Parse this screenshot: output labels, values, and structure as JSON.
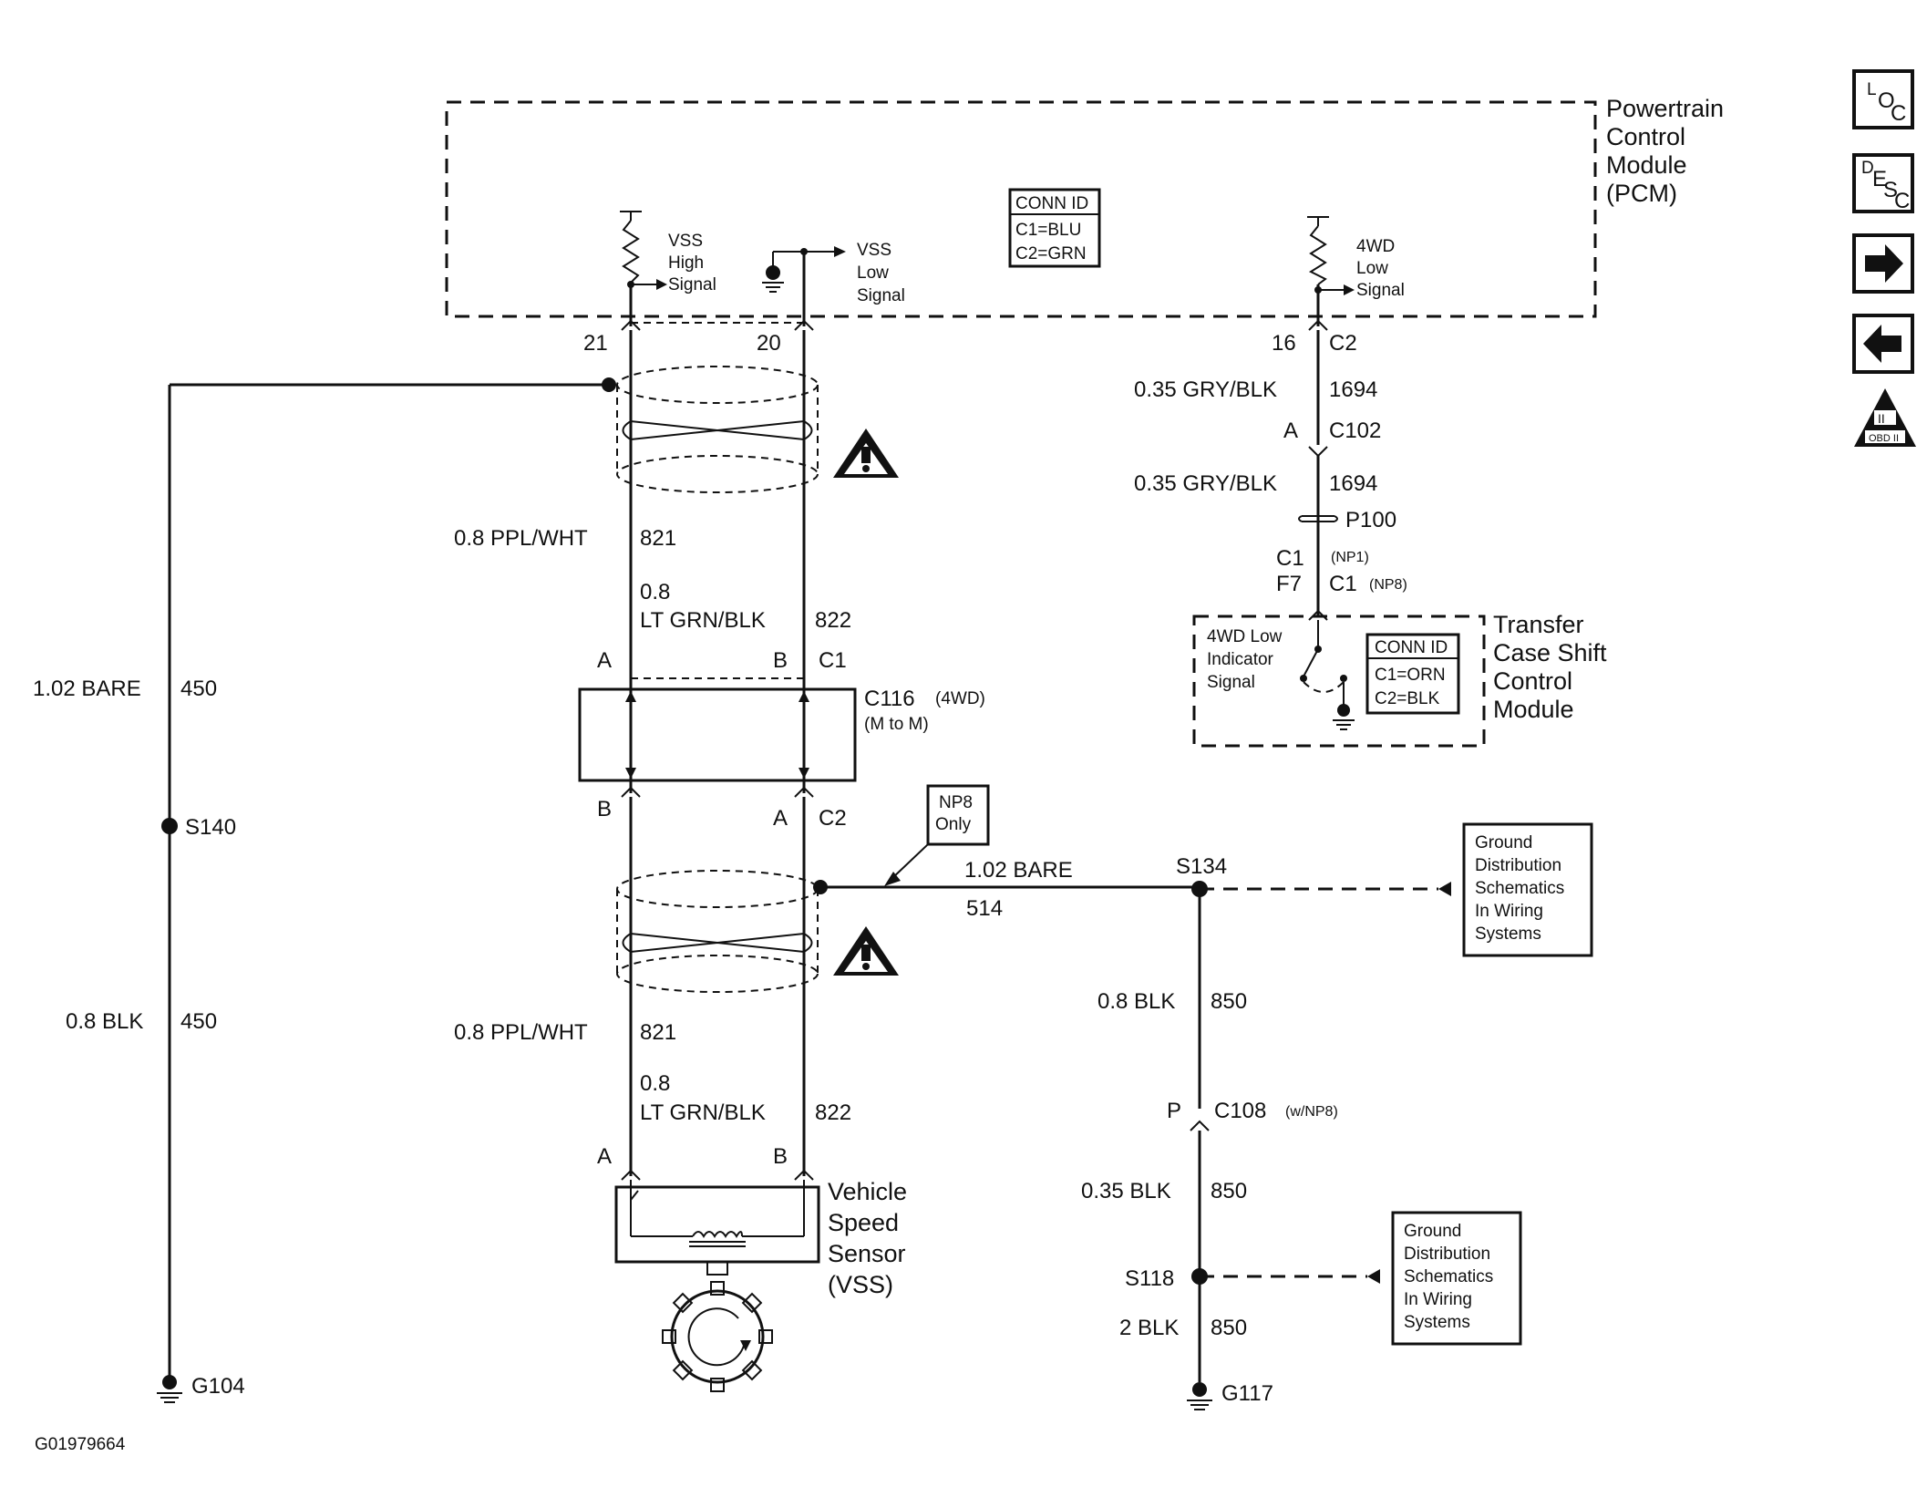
{
  "pcm": {
    "title_lines": [
      "Powertrain",
      "Control",
      "Module",
      "(PCM)"
    ],
    "conn_id": [
      "CONN ID",
      "C1=BLU",
      "C2=GRN"
    ],
    "vss_high": [
      "VSS",
      "High",
      "Signal"
    ],
    "vss_low": [
      "VSS",
      "Low",
      "Signal"
    ],
    "fwd_low": [
      "4WD",
      "Low",
      "Signal"
    ],
    "pin21": "21",
    "pin20": "20",
    "pin16": "16",
    "c2": "C2"
  },
  "wires_upper": {
    "w821_gauge": "0.8 PPL/WHT",
    "w821_num": "821",
    "w822_gauge": "0.8",
    "w822_color": "LT GRN/BLK",
    "w822_num": "822"
  },
  "c116": {
    "pin_a_top": "A",
    "pin_b_top": "B",
    "c1": "C1",
    "name": "C116",
    "qual": "(4WD)",
    "sub": "(M to M)",
    "pin_b_bot": "B",
    "pin_a_bot": "A",
    "c2": "C2"
  },
  "np8_callout": [
    "NP8",
    "Only"
  ],
  "wires_lower": {
    "w821_gauge": "0.8 PPL/WHT",
    "w821_num": "821",
    "w822_gauge": "0.8",
    "w822_color": "LT GRN/BLK",
    "w822_num": "822",
    "pin_a": "A",
    "pin_b": "B"
  },
  "vss": [
    "Vehicle",
    "Speed",
    "Sensor",
    "(VSS)"
  ],
  "left_ground": {
    "bare_gauge": "1.02 BARE",
    "bare_num": "450",
    "splice": "S140",
    "blk_gauge": "0.8 BLK",
    "blk_num": "450",
    "ground": "G104"
  },
  "drain": {
    "gauge": "1.02 BARE",
    "num": "514",
    "splice": "S134"
  },
  "ground_ref_1": [
    "Ground",
    "Distribution",
    "Schematics",
    "In Wiring",
    "Systems"
  ],
  "ground_ref_2": [
    "Ground",
    "Distribution",
    "Schematics",
    "In Wiring",
    "Systems"
  ],
  "right_ground": {
    "blk1_gauge": "0.8 BLK",
    "blk1_num": "850",
    "pin_p": "P",
    "c108": "C108",
    "c108_qual": "(w/NP8)",
    "blk2_gauge": "0.35 BLK",
    "blk2_num": "850",
    "splice": "S118",
    "blk3_gauge": "2 BLK",
    "blk3_num": "850",
    "ground": "G117"
  },
  "fwd_circuit": {
    "gry1_gauge": "0.35 GRY/BLK",
    "gry1_num": "1694",
    "pin_a": "A",
    "c102": "C102",
    "gry2_gauge": "0.35 GRY/BLK",
    "gry2_num": "1694",
    "p100": "P100",
    "c1_left": "C1",
    "np1": "(NP1)",
    "f7": "F7",
    "c1_right": "C1",
    "np8": "(NP8)"
  },
  "tcsm": {
    "title_lines": [
      "Transfer",
      "Case Shift",
      "Control",
      "Module"
    ],
    "signal": [
      "4WD Low",
      "Indicator",
      "Signal"
    ],
    "conn_id": [
      "CONN ID",
      "C1=ORN",
      "C2=BLK"
    ]
  },
  "figure_id": "G01979664",
  "nav": {
    "loc": [
      "L",
      "O",
      "C"
    ],
    "desc": [
      "D",
      "E",
      "S",
      "C"
    ],
    "obd": [
      "II",
      "OBD II"
    ]
  }
}
